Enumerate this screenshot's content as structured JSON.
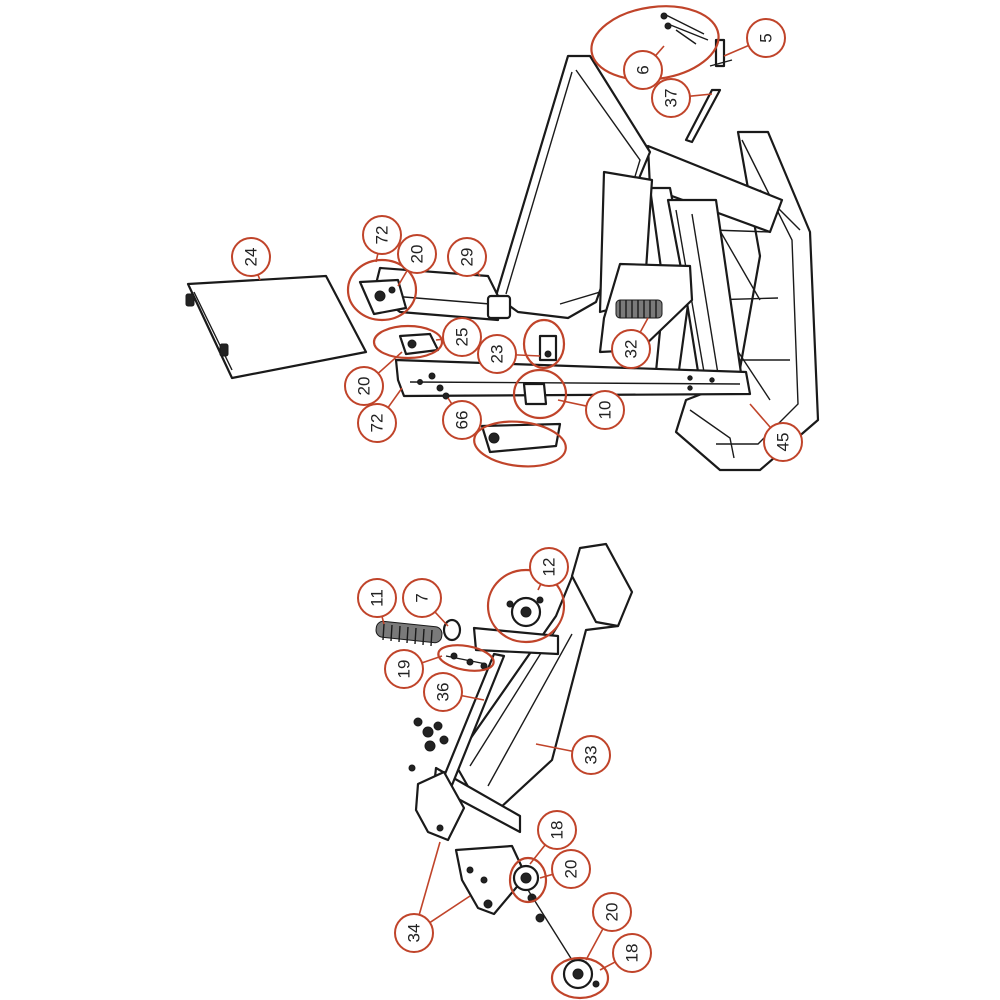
{
  "colors": {
    "accent": "#c0442a",
    "line": "#1a1a1a",
    "background": "#ffffff"
  },
  "callouts": [
    {
      "id": "c6",
      "label": "6"
    },
    {
      "id": "c5",
      "label": "5"
    },
    {
      "id": "c37",
      "label": "37"
    },
    {
      "id": "c24",
      "label": "24"
    },
    {
      "id": "c72a",
      "label": "72"
    },
    {
      "id": "c20a",
      "label": "20"
    },
    {
      "id": "c29",
      "label": "29"
    },
    {
      "id": "c25",
      "label": "25"
    },
    {
      "id": "c23",
      "label": "23"
    },
    {
      "id": "c32",
      "label": "32"
    },
    {
      "id": "c20b",
      "label": "20"
    },
    {
      "id": "c72b",
      "label": "72"
    },
    {
      "id": "c66",
      "label": "66"
    },
    {
      "id": "c10",
      "label": "10"
    },
    {
      "id": "c45",
      "label": "45"
    },
    {
      "id": "c11",
      "label": "11"
    },
    {
      "id": "c7",
      "label": "7"
    },
    {
      "id": "c12",
      "label": "12"
    },
    {
      "id": "c19",
      "label": "19"
    },
    {
      "id": "c36",
      "label": "36"
    },
    {
      "id": "c33",
      "label": "33"
    },
    {
      "id": "c18a",
      "label": "18"
    },
    {
      "id": "c20c",
      "label": "20"
    },
    {
      "id": "c34",
      "label": "34"
    },
    {
      "id": "c20d",
      "label": "20"
    },
    {
      "id": "c18b",
      "label": "18"
    }
  ]
}
